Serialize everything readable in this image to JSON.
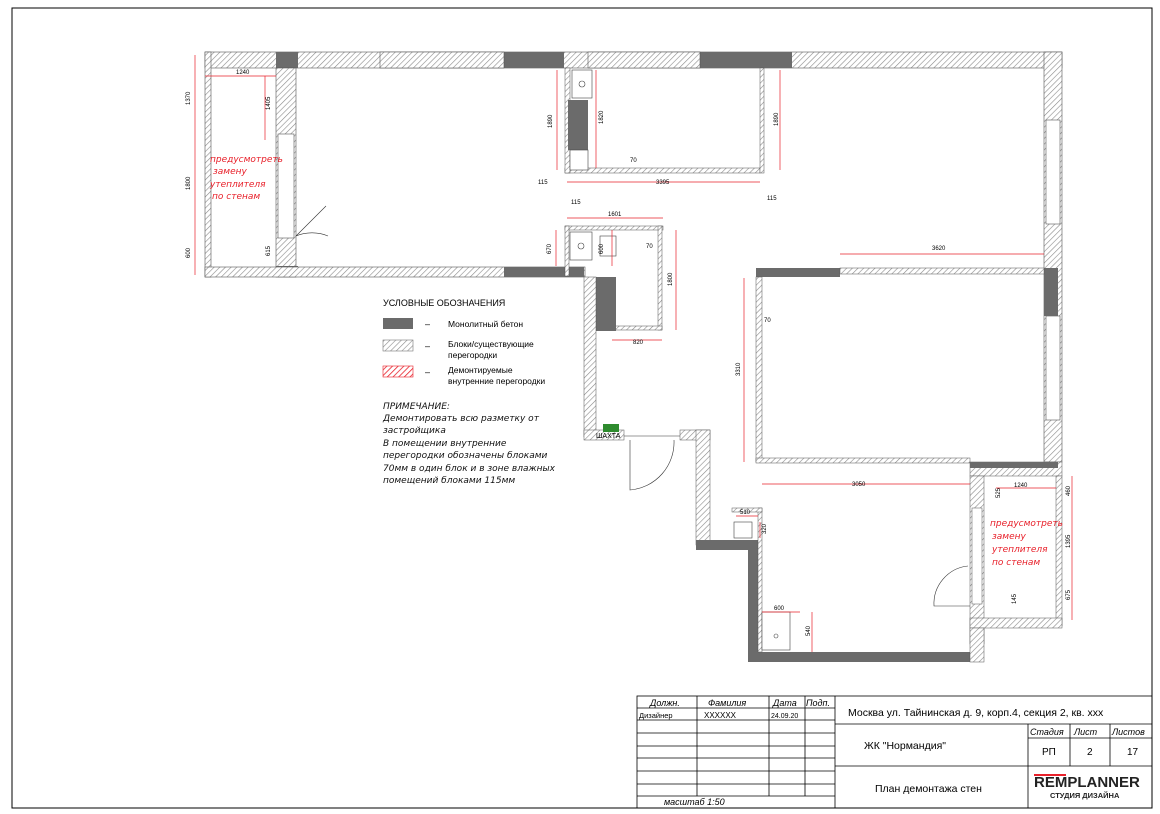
{
  "legend": {
    "title": "УСЛОВНЫЕ ОБОЗНАЧЕНИЯ",
    "items": [
      {
        "dash": "–",
        "line1": "Монолитный бетон",
        "line2": ""
      },
      {
        "dash": "–",
        "line1": "Блоки/существующие",
        "line2": "перегородки"
      },
      {
        "dash": "–",
        "line1": "Демонтируемые",
        "line2": "внутренние перегородки"
      }
    ]
  },
  "note": {
    "title": "ПРИМЕЧАНИЕ:",
    "lines": [
      "Демонтировать всю разметку от",
      "застройщика",
      "В помещении внутренние",
      "перегородки обозначены блоками",
      "70мм в один блок и в зоне влажных",
      "помещений блоками 115мм"
    ]
  },
  "annotations": {
    "left": [
      "предусмотреть",
      "замену",
      "утеплителя",
      "по стенам"
    ],
    "right": [
      "предусмотреть",
      "замену",
      "утеплителя",
      "по стенам"
    ],
    "shaft_label": "ШАХТА"
  },
  "dimensions": {
    "balcony_left": [
      "1240",
      "1370",
      "1405",
      "1800",
      "600",
      "615"
    ],
    "kitchen": [
      "1890",
      "1820",
      "70",
      "3395",
      "115",
      "115",
      "1890"
    ],
    "bath": [
      "115",
      "1601",
      "670",
      "600",
      "70",
      "1800",
      "820"
    ],
    "room": [
      "3620",
      "70",
      "3310",
      "3050"
    ],
    "balcony_right": [
      "1240",
      "460",
      "525",
      "1395",
      "675",
      "145"
    ],
    "toilet": [
      "510",
      "320",
      "600",
      "540"
    ]
  },
  "title_block": {
    "headers": [
      "Должн.",
      "Фамилия",
      "Дата",
      "Подп."
    ],
    "row": [
      "Дизайнер",
      "XXXXXX",
      "24.09.20",
      ""
    ],
    "scale": "масштаб 1:50",
    "address": "Москва ул. Тайнинская д. 9, корп.4, секция 2, кв. ххх",
    "project": "ЖК \"Нормандия\"",
    "stage_headers": [
      "Стадия",
      "Лист",
      "Листов"
    ],
    "stage_values": [
      "РП",
      "2",
      "17"
    ],
    "sheet_title": "План демонтажа стен",
    "logo_main": "REMPLANNER",
    "logo_sub": "СТУДИЯ ДИЗАЙНА"
  },
  "colors": {
    "concrete": "#6b6b6b",
    "blocks": "#bdbdbd",
    "demolish": "#e8202a",
    "dimension": "#e8202a",
    "shaft": "#2e8b2e"
  }
}
